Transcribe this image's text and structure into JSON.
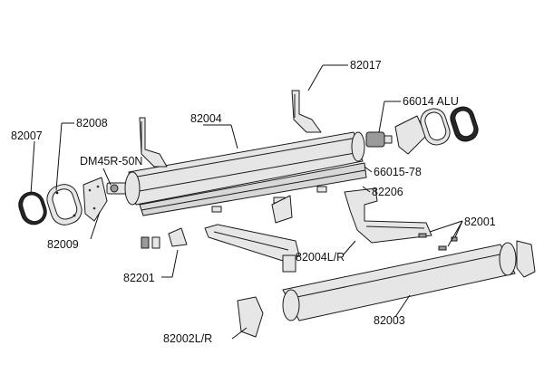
{
  "labels": {
    "p82017": "82017",
    "p66014": "66014 ALU",
    "p82008": "82008",
    "p82004": "82004",
    "p82007": "82007",
    "pDM45R": "DM45R-50N",
    "p66015": "66015-78",
    "p82206": "82206",
    "p82001": "82001",
    "p82009": "82009",
    "p82004LR": "82004L/R",
    "p82201": "82201",
    "p82003": "82003",
    "p82002LR": "82002L/R"
  }
}
